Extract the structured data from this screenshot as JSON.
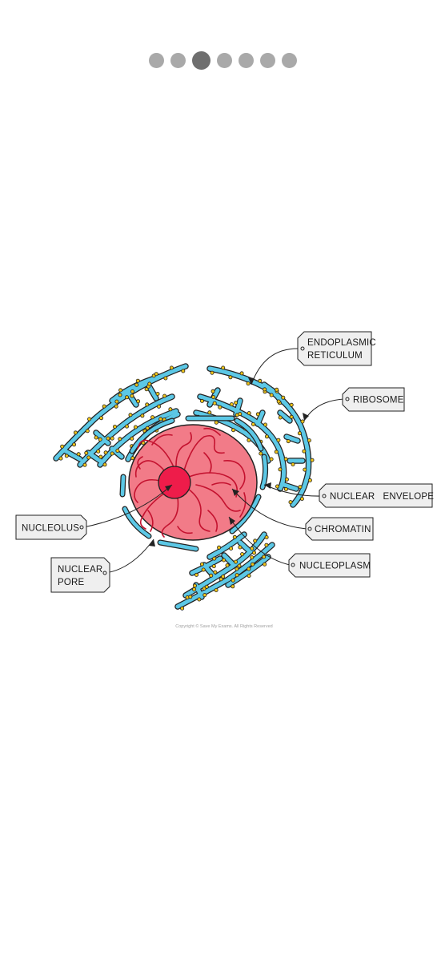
{
  "pager": {
    "total": 7,
    "active_index": 2
  },
  "diagram": {
    "labels": {
      "endoplasmic_reticulum": [
        "ENDOPLASMIC",
        "RETICULUM"
      ],
      "ribosome": "RIBOSOME",
      "nuclear_envelope": "NUCLEAR   ENVELOPE",
      "chromatin": "CHROMATIN",
      "nucleoplasm": "NUCLEOPLASM",
      "nucleolus": "NUCLEOLUS",
      "nuclear_pore": [
        "NUCLEAR",
        "PORE"
      ]
    },
    "copyright": "Copyright © Save My Exams. All Rights Reserved",
    "colors": {
      "er_fill": "#5cc8e6",
      "ribosome_fill": "#f0c419",
      "nucleus_fill": "#f27b88",
      "nucleolus_fill": "#ee1c4a",
      "chromatin_stroke": "#c4122f",
      "tag_fill": "#efefef",
      "outline": "#222222"
    }
  }
}
